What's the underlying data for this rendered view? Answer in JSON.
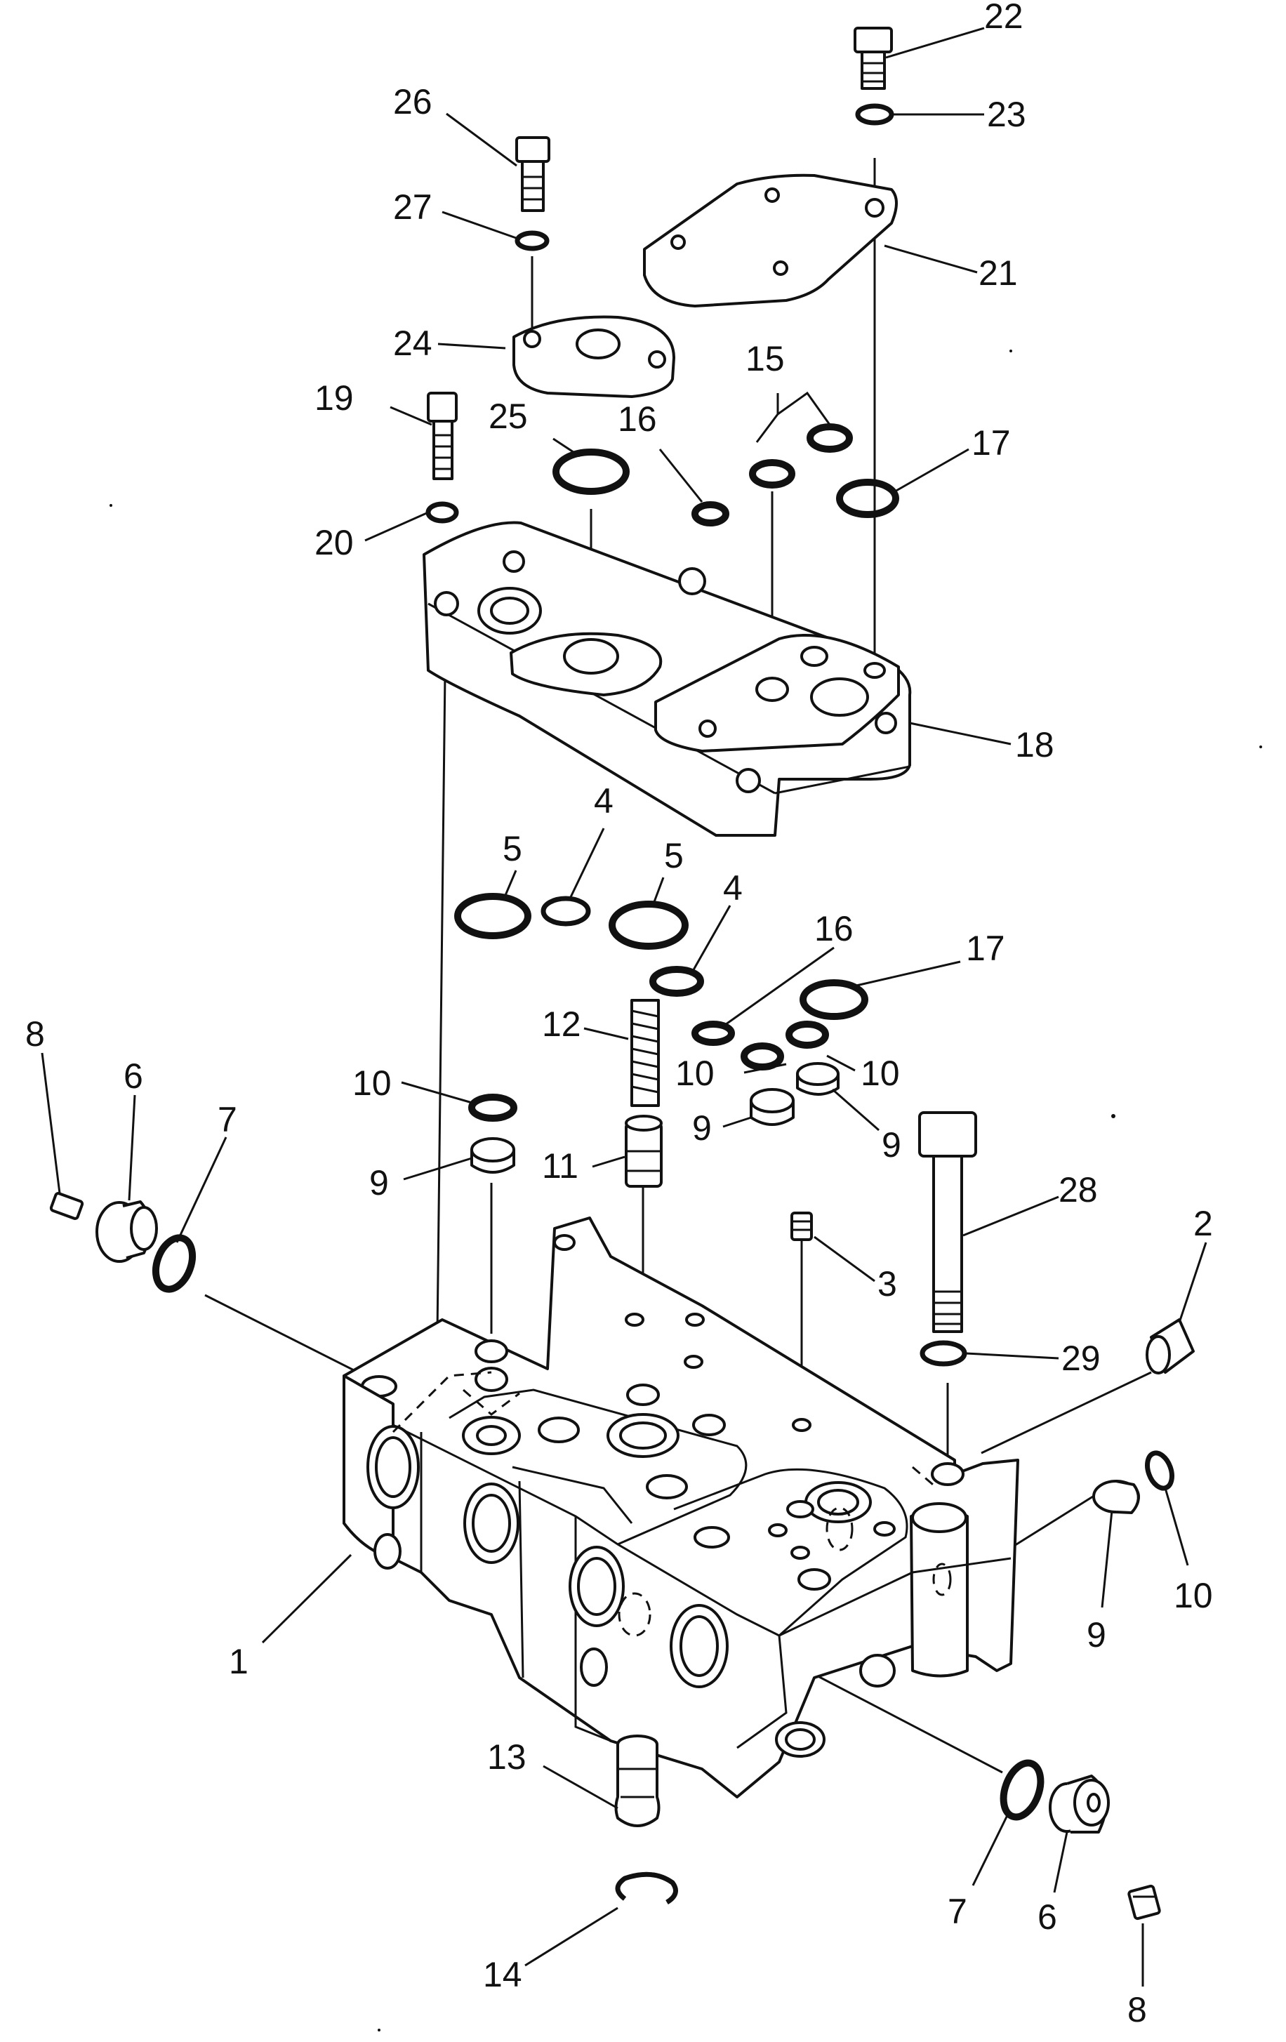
{
  "callouts": [
    {
      "id": "c22",
      "text": "22"
    },
    {
      "id": "c23",
      "text": "23"
    },
    {
      "id": "c26",
      "text": "26"
    },
    {
      "id": "c27",
      "text": "27"
    },
    {
      "id": "c21",
      "text": "21"
    },
    {
      "id": "c24",
      "text": "24"
    },
    {
      "id": "c15",
      "text": "15"
    },
    {
      "id": "c19",
      "text": "19"
    },
    {
      "id": "c25",
      "text": "25"
    },
    {
      "id": "c16a",
      "text": "16"
    },
    {
      "id": "c17a",
      "text": "17"
    },
    {
      "id": "c20",
      "text": "20"
    },
    {
      "id": "c18",
      "text": "18"
    },
    {
      "id": "c4a",
      "text": "4"
    },
    {
      "id": "c5a",
      "text": "5"
    },
    {
      "id": "c5b",
      "text": "5"
    },
    {
      "id": "c4b",
      "text": "4"
    },
    {
      "id": "c16b",
      "text": "16"
    },
    {
      "id": "c17b",
      "text": "17"
    },
    {
      "id": "c8a",
      "text": "8"
    },
    {
      "id": "c6a",
      "text": "6"
    },
    {
      "id": "c7a",
      "text": "7"
    },
    {
      "id": "c12",
      "text": "12"
    },
    {
      "id": "c10a",
      "text": "10"
    },
    {
      "id": "c10b",
      "text": "10"
    },
    {
      "id": "c10c",
      "text": "10"
    },
    {
      "id": "c9a",
      "text": "9"
    },
    {
      "id": "c11",
      "text": "11"
    },
    {
      "id": "c9b",
      "text": "9"
    },
    {
      "id": "c9c",
      "text": "9"
    },
    {
      "id": "c28",
      "text": "28"
    },
    {
      "id": "c2",
      "text": "2"
    },
    {
      "id": "c3",
      "text": "3"
    },
    {
      "id": "c29",
      "text": "29"
    },
    {
      "id": "c10d",
      "text": "10"
    },
    {
      "id": "c9d",
      "text": "9"
    },
    {
      "id": "c1",
      "text": "1"
    },
    {
      "id": "c13",
      "text": "13"
    },
    {
      "id": "c7b",
      "text": "7"
    },
    {
      "id": "c6b",
      "text": "6"
    },
    {
      "id": "c14",
      "text": "14"
    },
    {
      "id": "c8b",
      "text": "8"
    }
  ]
}
